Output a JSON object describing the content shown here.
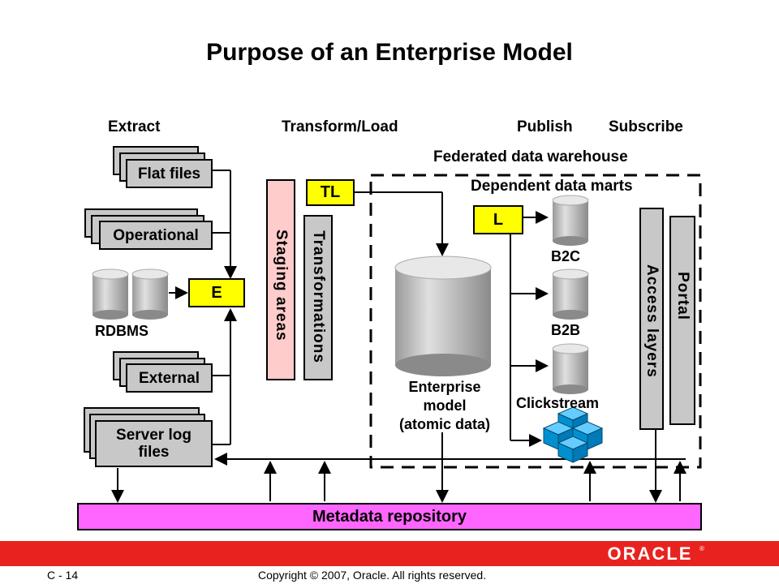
{
  "title": "Purpose of an Enterprise Model",
  "headers": {
    "extract": "Extract",
    "transform_load": "Transform/Load",
    "publish": "Publish",
    "subscribe": "Subscribe"
  },
  "sources": {
    "flat_files": "Flat files",
    "operational": "Operational",
    "rdbms": "RDBMS",
    "external": "External",
    "server_log_line1": "Server log",
    "server_log_line2": "files"
  },
  "process": {
    "e": "E",
    "tl": "TL",
    "l": "L",
    "staging_areas": "Staging areas",
    "transformations": "Transformations"
  },
  "warehouse": {
    "federated": "Federated data warehouse",
    "dependent_marts": "Dependent data marts",
    "enterprise_line1": "Enterprise",
    "enterprise_line2": "model",
    "enterprise_line3": "(atomic data)",
    "b2c": "B2C",
    "b2b": "B2B",
    "clickstream": "Clickstream"
  },
  "access": {
    "access_layers": "Access layers",
    "portal": "Portal"
  },
  "metadata_repository": "Metadata repository",
  "footer": {
    "page": "C - 14",
    "copyright": "Copyright © 2007, Oracle. All rights reserved.",
    "logo": "ORACLE",
    "logo_mark": "®"
  },
  "colors": {
    "yellow_box": "#ffff00",
    "staging_fill": "#ffcccc",
    "metadata_fill": "#ff66ff",
    "cube_fill": "#00a0e0",
    "footer_red": "#e8231f",
    "gray_fill": "#c8c8c8"
  }
}
